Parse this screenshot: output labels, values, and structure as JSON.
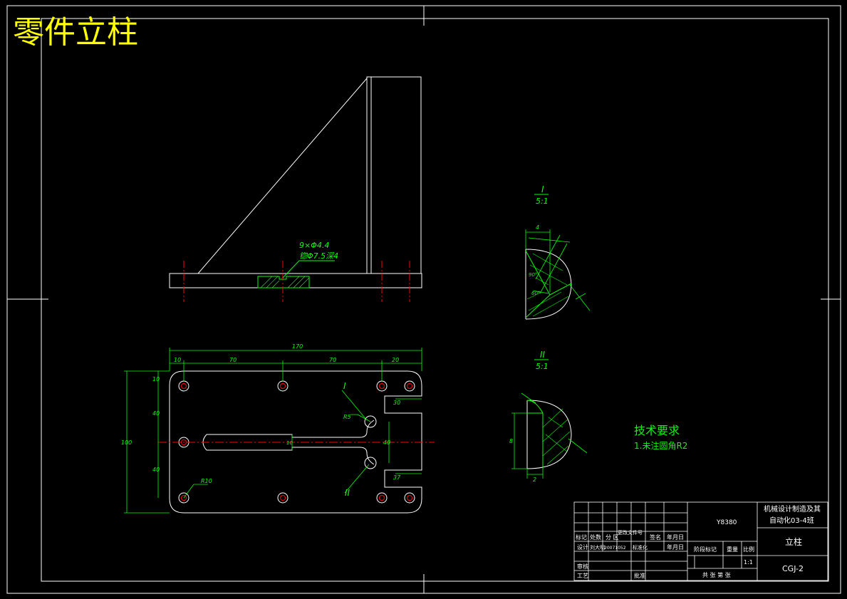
{
  "heading": {
    "title": "零件立柱",
    "color": "#ffff00"
  },
  "colors": {
    "outline": "#ffffff",
    "dimension": "#00ff00",
    "centerline": "#ff0000",
    "background": "#000000"
  },
  "front_view": {
    "hole_note_line1": "9×Φ4.4",
    "hole_note_line2": "锪Φ7.5深4"
  },
  "top_view": {
    "overall_width": "170",
    "seg_1": "10",
    "seg_2": "70",
    "seg_3": "70",
    "seg_4": "20",
    "slot_len_top": "30",
    "slot_len_bottom": "37",
    "overall_height": "100",
    "vert_1": "10",
    "vert_2": "40",
    "vert_3": "40",
    "slot_w": "10",
    "slot_gap": "40",
    "radius_r5": "R5",
    "radius_r10": "R10",
    "leader_i": "I",
    "leader_ii": "II"
  },
  "detail_i": {
    "label": "I",
    "scale": "5:1",
    "dim_a": "4",
    "dim_b": "90°",
    "dim_c": "60°"
  },
  "detail_ii": {
    "label": "II",
    "scale": "5:1",
    "dim_a": "8",
    "dim_b": "2"
  },
  "tech_req": {
    "title": "技术要求",
    "item1": "1.未注圆角R2"
  },
  "title_block": {
    "material": "Y8380",
    "school_line1": "机械设计制造及其",
    "school_line2": "自动化03-4班",
    "part_name": "立柱",
    "drawing_no": "CGJ-2",
    "mark_col": "标记",
    "count_col": "处数",
    "zone_col": "分 区",
    "change_col": "更改文件号",
    "sign_col": "签名",
    "date_col": "年月日",
    "design_label": "设计",
    "designer": "刘大明",
    "student_no": "20071052",
    "standardize": "标准化",
    "date2": "年月日",
    "stage_mark": "阶段标记",
    "weight": "重量",
    "scale_label": "比例",
    "scale_value": "1:1",
    "review": "审核",
    "process": "工艺",
    "approve": "批准",
    "sheets": "共 张  第 张"
  }
}
